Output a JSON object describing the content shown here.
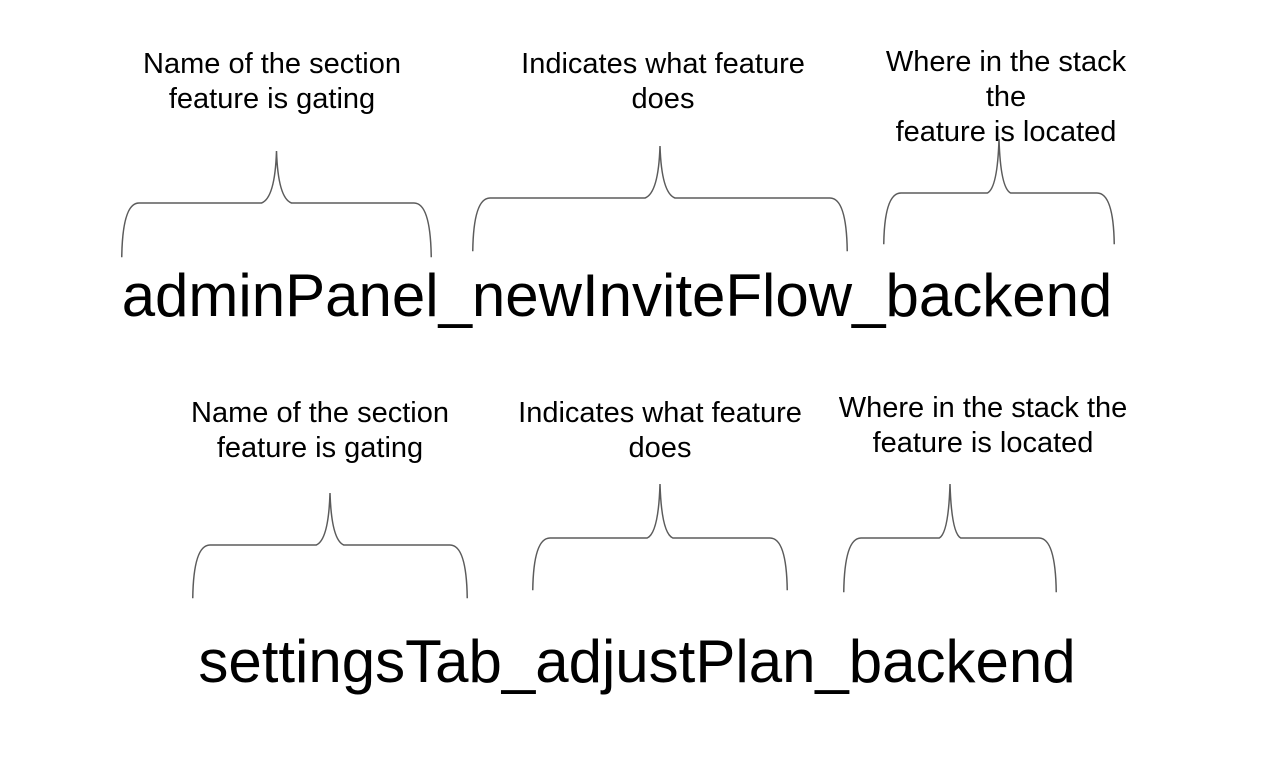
{
  "diagram": {
    "background": "#ffffff",
    "text_color": "#000000",
    "brace_color": "#5b5b5b",
    "examples": [
      {
        "flag_name": "adminPanel_newInviteFlow_backend",
        "annotations": [
          {
            "label": "Name of the section\nfeature is gating"
          },
          {
            "label": "Indicates what feature\ndoes"
          },
          {
            "label": "Where in the stack the\nfeature is located"
          }
        ]
      },
      {
        "flag_name": "settingsTab_adjustPlan_backend",
        "annotations": [
          {
            "label": "Name of the section\nfeature is gating"
          },
          {
            "label": "Indicates what feature\ndoes"
          },
          {
            "label": "Where in the stack the\nfeature is located"
          }
        ]
      }
    ]
  }
}
